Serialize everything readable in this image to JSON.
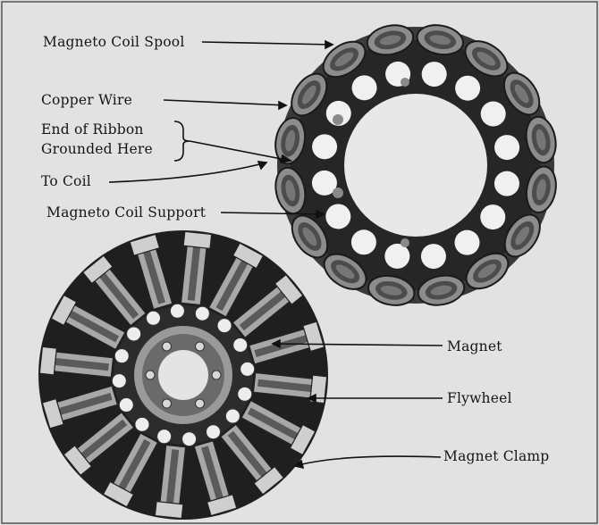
{
  "labels": {
    "magneto_coil_spool": "Magneto Coil Spool",
    "copper_wire": "Copper Wire",
    "end_of_ribbon_line1": "End of Ribbon",
    "end_of_ribbon_line2": "Grounded Here",
    "to_coil": "To Coil",
    "magneto_coil_support": "Magneto Coil Support",
    "magnet": "Magnet",
    "flywheel": "Flywheel",
    "magnet_clamp": "Magnet Clamp"
  },
  "components": {
    "coil_ring_spool_count": 16,
    "coil_ring_hole_count": 16,
    "flywheel_magnet_count": 16
  },
  "colors": {
    "background": "#dcdcdc",
    "ink": "#151515",
    "dark": "#2a2a2a",
    "metal": "#a8a8a8",
    "light_metal": "#cfcfcf"
  }
}
